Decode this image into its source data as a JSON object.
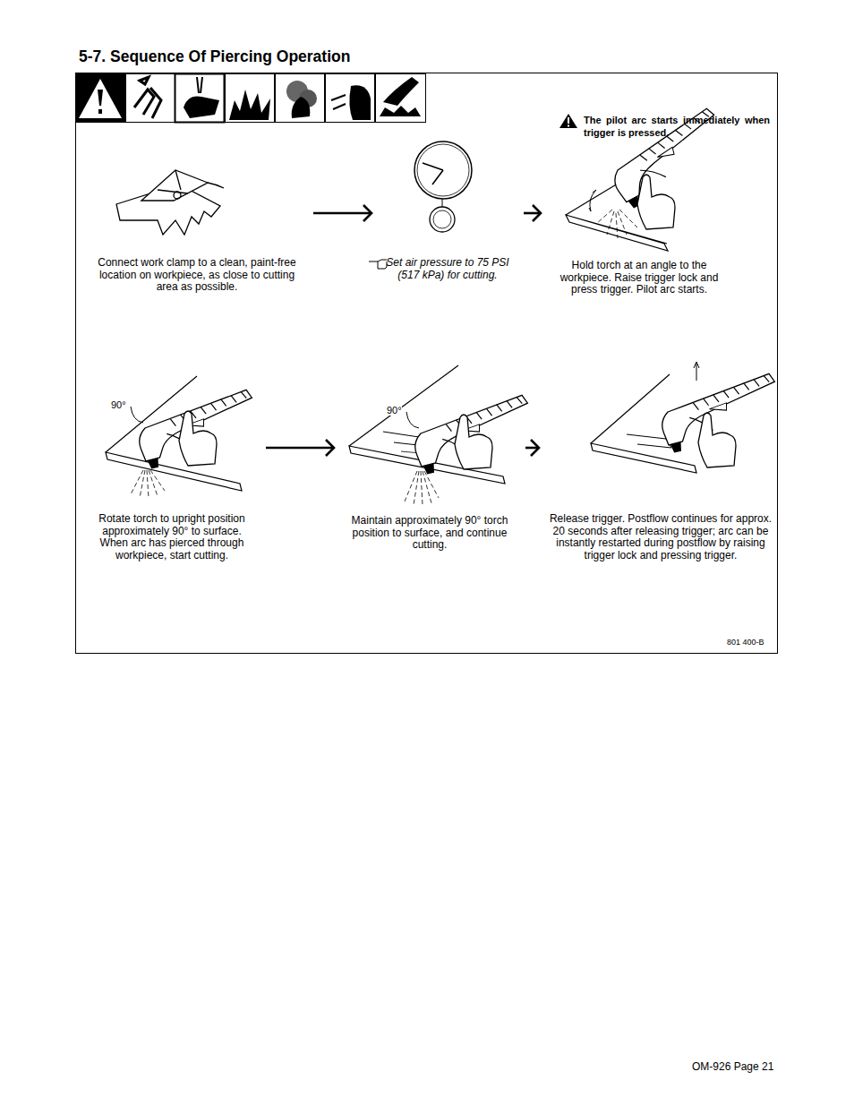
{
  "diagram": {
    "title": "5-7. Sequence Of Piercing Operation",
    "nodes": [
      {
        "text": [
          "Connect work clamp to a clean, paint-free location on workpiece, as close to cutting area as possible."
        ]
      },
      {
        "text": [
          "Set air pressure to 75 PSI (517 kPa) for cutting."
        ]
      },
      {
        "text": [
          "Hold torch at an angle to the workpiece. Raise trigger lock and press trigger. Pilot arc starts."
        ]
      },
      {
        "text": [
          "Rotate torch to upright position approximately 90° to surface. When arc has pierced through workpiece, start cutting."
        ]
      },
      {
        "text": [
          "Maintain approximately 90° torch position to surface, and continue cutting."
        ]
      },
      {
        "text": [
          "Release trigger. Postflow continues for approx. 20 seconds after releasing trigger; arc can be instantly restarted during postflow by raising trigger lock and pressing trigger."
        ]
      }
    ],
    "edges": [
      {
        "from": 0,
        "to": 1,
        "arrow": "to"
      },
      {
        "from": 1,
        "to": 2,
        "arrow": "to"
      },
      {
        "from": 3,
        "to": 4,
        "arrow": "to"
      },
      {
        "from": 4,
        "to": 5,
        "arrow": "to"
      }
    ],
    "labels": [
      "The pilot arc starts immediately when trigger is pressed.",
      "90°",
      "90°",
      "801 400-B",
      "OM-926 Page 21"
    ]
  }
}
